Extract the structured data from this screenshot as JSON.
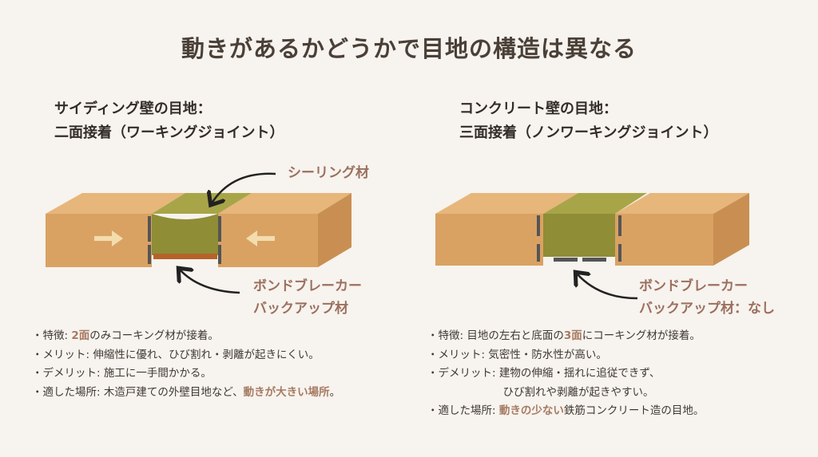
{
  "title": "動きがあるかどうかで目地の構造は異なる",
  "left": {
    "heading1": "サイディング壁の目地：",
    "heading2": "二面接着（ワーキングジョイント）",
    "label_sealant": "シーリング材",
    "label_backup1": "ボンドブレーカー",
    "label_backup2": "バックアップ材",
    "bullets": [
      {
        "pre": "・特徴: ",
        "hl": "2面",
        "post": "のみコーキング材が接着。"
      },
      {
        "pre": "・メリット: 伸縮性に優れ、ひび割れ・剥離が起きにくい。"
      },
      {
        "pre": "・デメリット: 施工に一手間かかる。"
      },
      {
        "pre": "・適した場所: 木造戸建ての外壁目地など、",
        "hl": "動きが大きい場所",
        "post": "。"
      }
    ]
  },
  "right": {
    "heading1": "コンクリート壁の目地：",
    "heading2": "三面接着（ノンワーキングジョイント）",
    "label_backup1": "ボンドブレーカー",
    "label_backup2": "バックアップ材：なし",
    "bullets": [
      {
        "pre": "・特徴: 目地の左右と底面の",
        "hl": "3面",
        "post": "にコーキング材が接着。"
      },
      {
        "pre": "・メリット: 気密性・防水性が高い。"
      },
      {
        "pre": "・デメリット: 建物の伸縮・揺れに追従できず、"
      },
      {
        "pre": "　　　　　　　ひび割れや剥離が起きやすい。"
      },
      {
        "pre": "・適した場所: ",
        "hl": "動きの少ない",
        "post": "鉄筋コンクリート造の目地。"
      }
    ]
  },
  "colors": {
    "background": "#f7f3ee",
    "wood": "#d9a263",
    "sealant": "#9a9a3c",
    "accent": "#9b705f"
  }
}
